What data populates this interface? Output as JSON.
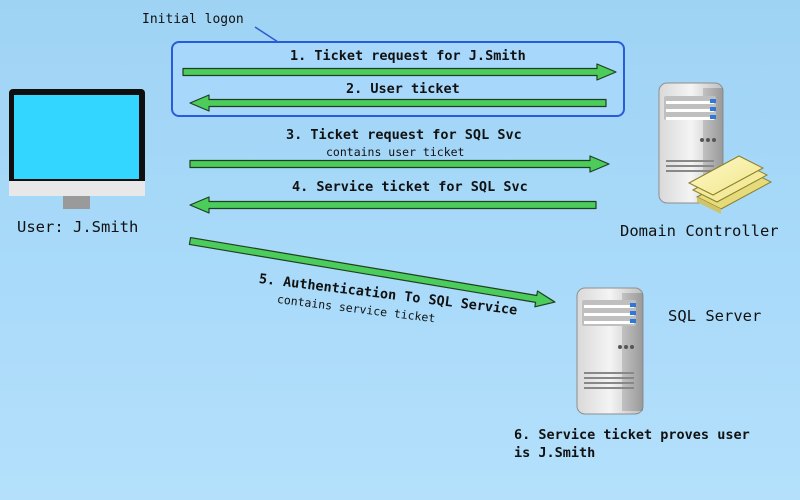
{
  "labels": {
    "initial_logon": "Initial logon",
    "user": "User: J.Smith",
    "domain_controller": "Domain Controller",
    "sql_server": "SQL Server"
  },
  "steps": [
    {
      "title": "1. Ticket request for J.Smith",
      "subtitle": ""
    },
    {
      "title": "2. User ticket",
      "subtitle": ""
    },
    {
      "title": "3. Ticket request for SQL Svc",
      "subtitle": "contains user ticket"
    },
    {
      "title": "4. Service ticket for SQL Svc",
      "subtitle": ""
    },
    {
      "title": "5. Authentication To SQL Service",
      "subtitle": "contains service ticket"
    }
  ],
  "note": {
    "line1": "6. Service ticket proves user",
    "line2": "is J.Smith"
  },
  "colors": {
    "arrow_fill": "#4ccc5a",
    "arrow_stroke": "#1f3f22",
    "group_border": "#2a5bd8",
    "monitor_screen": "#33d6ff"
  }
}
